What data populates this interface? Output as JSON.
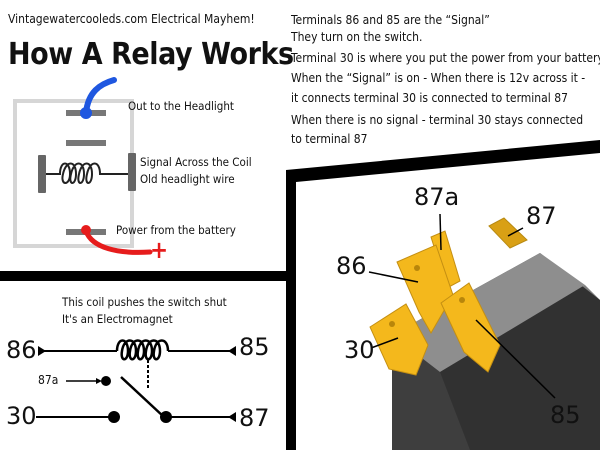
{
  "header": {
    "site": "Vintagewatercooleds.com Electrical Mayhem!",
    "title": "How A Relay Works"
  },
  "description": {
    "line1": "Terminals 86 and 85 are the “Signal”",
    "line2": "They turn on the switch.",
    "line3": "Terminal 30 is where you put the power from your battery.",
    "line4": "When the “Signal” is on - When there is 12v across it -",
    "line5": "it connects terminal 30 is connected to terminal 87",
    "line6": "When there is no signal - terminal 30 stays connected",
    "line7": "to terminal 87"
  },
  "relay_box": {
    "out_label": "Out to the Headlight",
    "signal_label": "Signal Across the Coil",
    "old_wire_label": "Old headlight wire",
    "power_label": "Power from the battery",
    "plus_sign": "+"
  },
  "schematic": {
    "coil_label": "This coil pushes the switch shut",
    "magnet_label": "It's an Electromagnet",
    "t86": "86",
    "t85": "85",
    "t87a": "87a",
    "t30": "30",
    "t87": "87"
  },
  "photo": {
    "p87a": "87a",
    "p87": "87",
    "p86": "86",
    "p30": "30",
    "p85": "85"
  },
  "colors": {
    "wire_blue": "#1f57e0",
    "wire_red": "#e61c1c",
    "pin_gold": "#f4b81c",
    "box_gray": "#d6d6d6",
    "body_dark": "#3e3e3e"
  }
}
